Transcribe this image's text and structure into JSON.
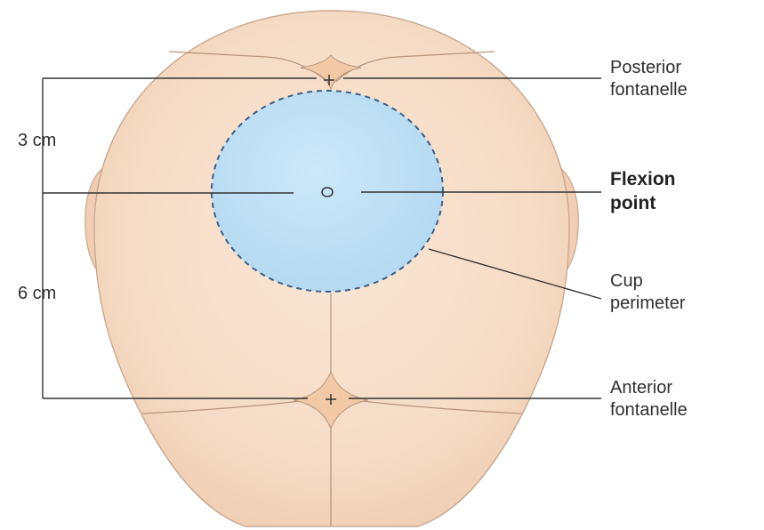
{
  "diagram": {
    "labels": {
      "posterior_fontanelle": {
        "line1": "Posterior",
        "line2": "fontanelle"
      },
      "flexion_point": {
        "line1": "Flexion",
        "line2": "point"
      },
      "cup_perimeter": {
        "line1": "Cup",
        "line2": "perimeter"
      },
      "anterior_fontanelle": {
        "line1": "Anterior",
        "line2": "fontanelle"
      }
    },
    "measurements": {
      "upper": "3 cm",
      "lower": "6 cm"
    }
  },
  "colors": {
    "skin": "#f6dcc6",
    "skin_shadow": "#efc9ad",
    "ear": "#f0cdb4",
    "outline": "#c9a890",
    "suture": "#b8957c",
    "fontanelle": "#f2c9a6",
    "cup_fill": "#bfe0f5",
    "cup_border": "#3e5f86",
    "leader_line": "#333333",
    "text": "#2f2f2f"
  }
}
